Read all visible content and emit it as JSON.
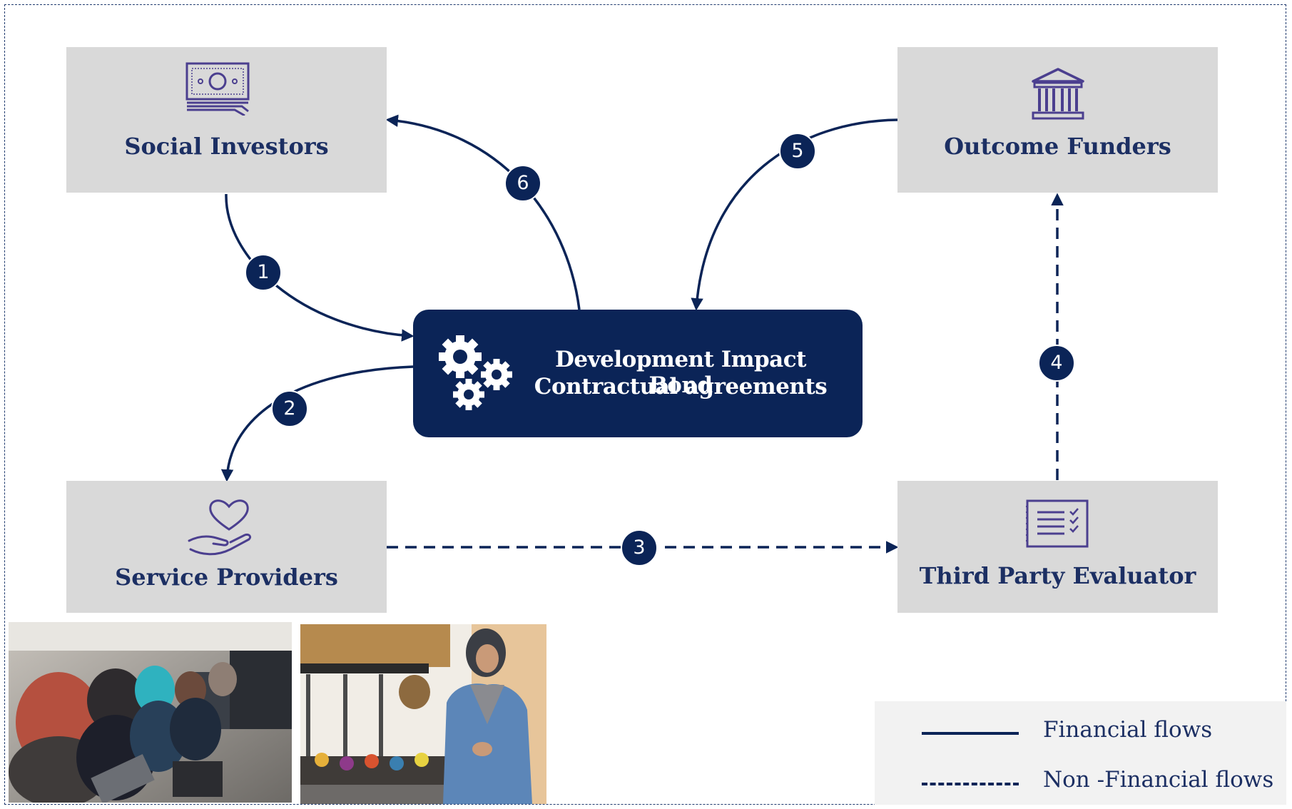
{
  "nodes": {
    "social_investors": "Social Investors",
    "outcome_funders": "Outcome Funders",
    "service_providers": "Service Providers",
    "third_party_evaluator": "Third Party Evaluator",
    "hub_line1": "Development Impact Bond",
    "hub_line2": "Contractual agreements"
  },
  "steps": [
    "1",
    "2",
    "3",
    "4",
    "5",
    "6"
  ],
  "legend": {
    "financial": "Financial flows",
    "non_financial": "Non -Financial flows"
  },
  "colors": {
    "navy": "#0b2457",
    "box_gray": "#d9d9d9",
    "text_navy": "#1c2f63",
    "legend_bg": "#f2f2f2"
  },
  "icons": {
    "social_investors": "money-icon",
    "outcome_funders": "bank-icon",
    "service_providers": "heart-hand-icon",
    "third_party_evaluator": "checklist-icon",
    "hub": "gears-icon"
  }
}
